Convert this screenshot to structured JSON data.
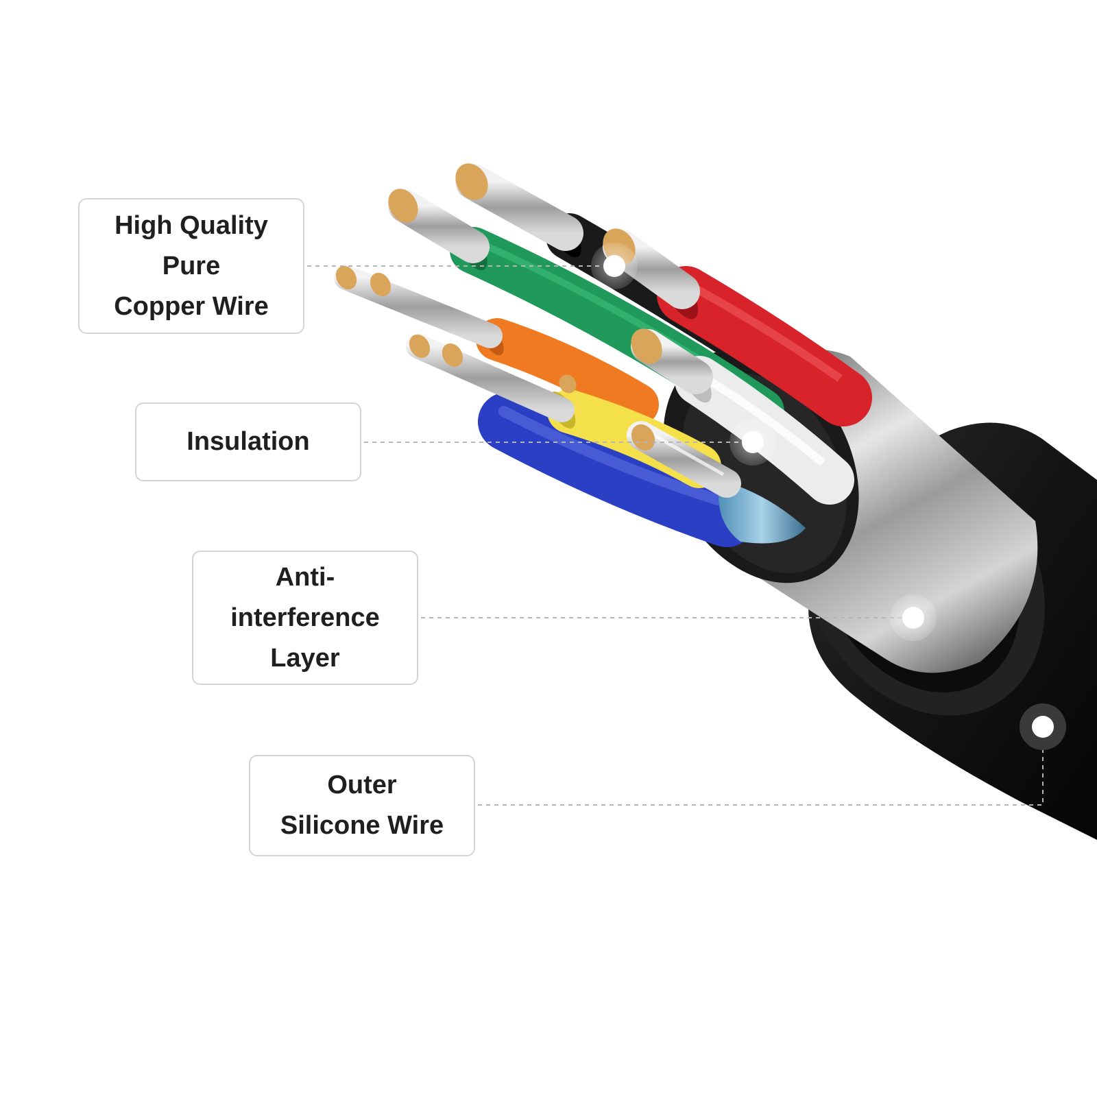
{
  "labels": {
    "copper": {
      "lines": [
        "High Quality",
        "Pure",
        "Copper Wire"
      ]
    },
    "insulation": {
      "lines": [
        "Insulation"
      ]
    },
    "shield": {
      "lines": [
        "Anti-",
        "interference",
        "Layer"
      ]
    },
    "outer": {
      "lines": [
        "Outer",
        "Silicone Wire"
      ]
    }
  },
  "colors": {
    "jacket": "#1b1b1b",
    "shield": "#b9b9b9",
    "copper": "#d9a55a",
    "wire_red": "#d8232a",
    "wire_green": "#1f9a5a",
    "wire_black": "#1a1a1a",
    "wire_white": "#ececec",
    "wire_orange": "#f07a22",
    "wire_yellow": "#f3e04a",
    "wire_blue": "#2a3fc4",
    "box_border": "#d4d4d4",
    "text": "#1f1f1f",
    "leader": "#b5b5b5"
  }
}
